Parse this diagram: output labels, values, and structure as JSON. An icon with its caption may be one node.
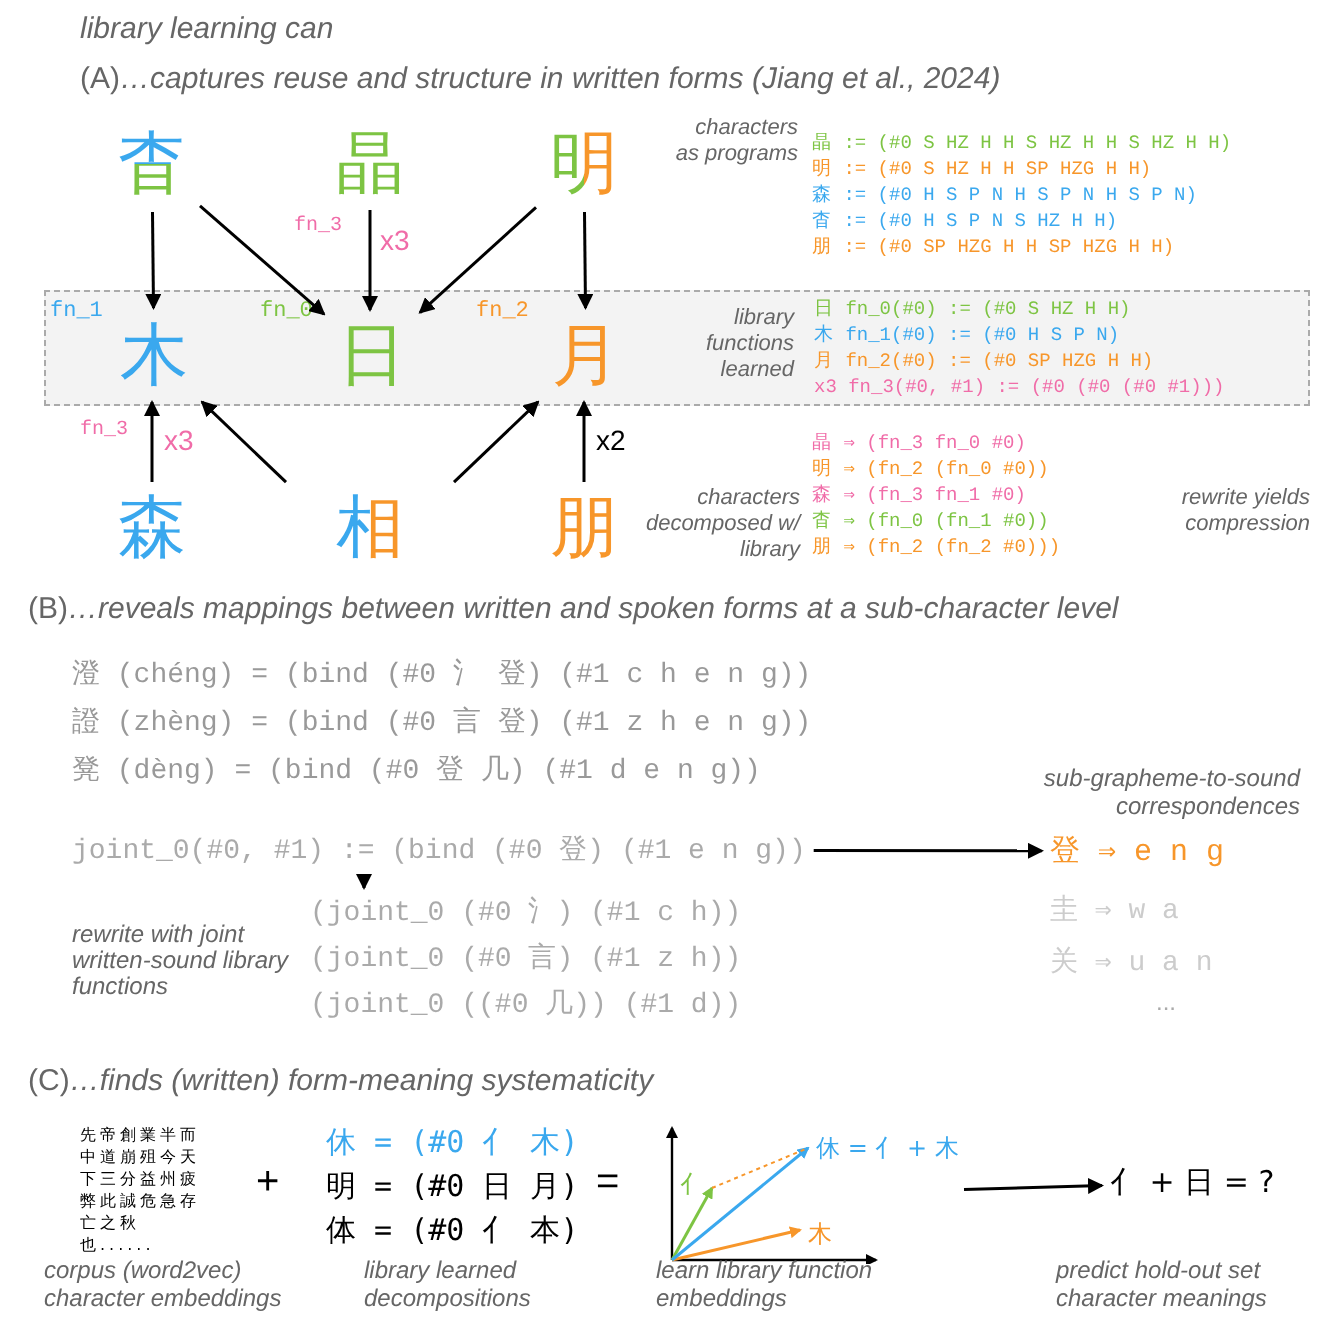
{
  "diagram": {
    "title": "library learning can",
    "nodes": [
      {
        "text": [
          "杳"
        ]
      },
      {
        "text": [
          "晶"
        ]
      },
      {
        "text": [
          "明"
        ]
      },
      {
        "text": [
          "library functions learned"
        ]
      },
      {
        "text": [
          "木"
        ],
        "in": 3,
        "beside": [
          "fn_1"
        ]
      },
      {
        "text": [
          "日"
        ],
        "in": 3,
        "beside": [
          "fn_0"
        ]
      },
      {
        "text": [
          "月"
        ],
        "in": 3,
        "beside": [
          "fn_2"
        ]
      },
      {
        "text": [
          "森"
        ]
      },
      {
        "text": [
          "相"
        ]
      },
      {
        "text": [
          "朋"
        ]
      },
      {
        "text": [
          "joint_0(#0, #1) := (bind (#0 登) (#1 e n g))"
        ]
      },
      {
        "text": [
          "(joint_0 (#0 氵) (#1 c h))"
        ]
      },
      {
        "text": [
          "登 ⇒ e n g"
        ]
      },
      {
        "text": [
          "先帝創業半而中道崩殂今天下三分益州疲弊此誠危急存亡之秋也......"
        ]
      },
      {
        "text": [
          "休 = (#0 亻 木)",
          "明 = (#0 日 月)",
          "体 = (#0 亻 本)"
        ]
      },
      {
        "text": [
          "休 = 亻 + 木",
          "亻",
          "木"
        ]
      },
      {
        "text": [
          "亻 + 日 = ?"
        ]
      }
    ],
    "edges": [
      {
        "from": 0,
        "to": 4,
        "arrow": "to"
      },
      {
        "from": 0,
        "to": 5,
        "arrow": "to"
      },
      {
        "from": 1,
        "to": 5,
        "arrow": "to",
        "label": "x3"
      },
      {
        "from": 2,
        "to": 5,
        "arrow": "to"
      },
      {
        "from": 2,
        "to": 6,
        "arrow": "to"
      },
      {
        "from": 7,
        "to": 4,
        "arrow": "to",
        "label": "x3"
      },
      {
        "from": 8,
        "to": 4,
        "arrow": "to"
      },
      {
        "from": 8,
        "to": 6,
        "arrow": "to"
      },
      {
        "from": 9,
        "to": 6,
        "arrow": "to",
        "label": "x2"
      },
      {
        "from": 10,
        "to": 11,
        "arrow": "to"
      },
      {
        "from": 10,
        "to": 12,
        "arrow": "to"
      },
      {
        "from": 15,
        "to": 16,
        "arrow": "to"
      }
    ],
    "labels": [
      "(A)*…captures reuse and structure in written forms (Jiang et al., 2024)*",
      "fn_3",
      "characters as programs",
      "晶 := (#0 S HZ H H S HZ H H S HZ H H)",
      "明 := (#0 S HZ H H SP HZG H H)",
      "森 := (#0 H S P N H S P N H S P N)",
      "杳 := (#0 H S P N S HZ H H)",
      "朋 := (#0 SP HZG H H SP HZG H H)",
      "日 fn_0(#0) := (#0 S HZ H H)",
      "木 fn_1(#0) := (#0 H S P N)",
      "月 fn_2(#0) := (#0 SP HZG H H)",
      "x3 fn_3(#0, #1) := (#0 (#0 (#0 #1)))",
      "fn_3",
      "晶 ⇒ (fn_3 fn_0 #0)",
      "明 ⇒ (fn_2 (fn_0 #0))",
      "characters decomposed w/ library",
      "森 ⇒ (fn_3 fn_1 #0)",
      "rewrite yields compression",
      "杳 ⇒ (fn_0 (fn_1 #0))",
      "朋 ⇒ (fn_2 (fn_2 #0)))",
      "(B)*…reveals mappings between written and spoken forms at a sub-character level*",
      "澄 (chéng) = (bind (#0 氵 登) (#1 c h e n g))",
      "證 (zhèng) = (bind (#0 言 登) (#1 z h e n g))",
      "凳 (dèng) = (bind (#0 登 几) (#1 d e n g))",
      "sub-grapheme-to-sound correspondences",
      "rewrite with joint written-sound library functions",
      "(joint_0 (#0 言) (#1 z h))",
      "圭 ⇒ w a",
      "(joint_0 ((#0 几)) (#1 d))",
      "关 ⇒ u a n",
      "...",
      "(C)*…finds (written) form-meaning systematicity*",
      "+",
      "=",
      "corpus (word2vec) character embeddings",
      "library learned decompositions",
      "learn library function embeddings",
      "predict hold-out set character meanings"
    ]
  }
}
